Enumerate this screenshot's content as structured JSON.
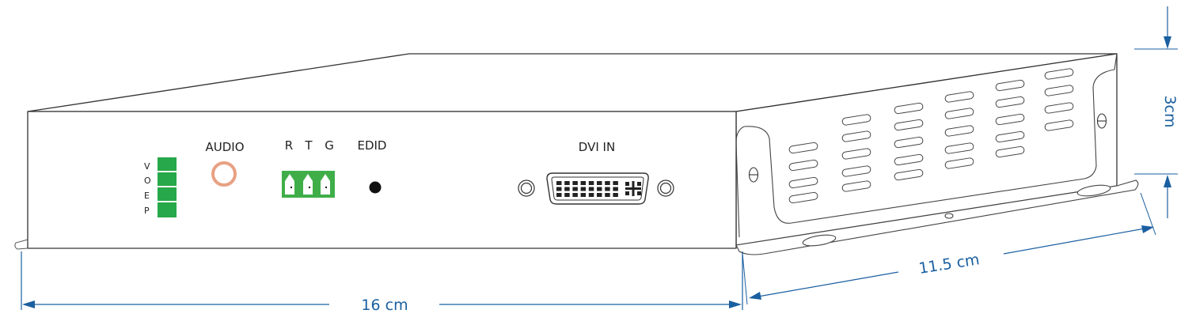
{
  "front_panel": {
    "led_labels": [
      "V",
      "O",
      "E",
      "P"
    ],
    "audio_label": "AUDIO",
    "serial_labels": {
      "r": "R",
      "t": "T",
      "g": "G"
    },
    "edid_label": "EDID",
    "dvi_label": "DVI IN"
  },
  "dimensions": {
    "width": "16 cm",
    "depth": "11.5 cm",
    "height": "3cm"
  },
  "colors": {
    "outline": "#333333",
    "dimension": "#1a5fa0",
    "led_green": "#27a84a",
    "terminal_green": "#3fae49",
    "audio_ring": "#e8a183",
    "edid_button": "#111111"
  }
}
